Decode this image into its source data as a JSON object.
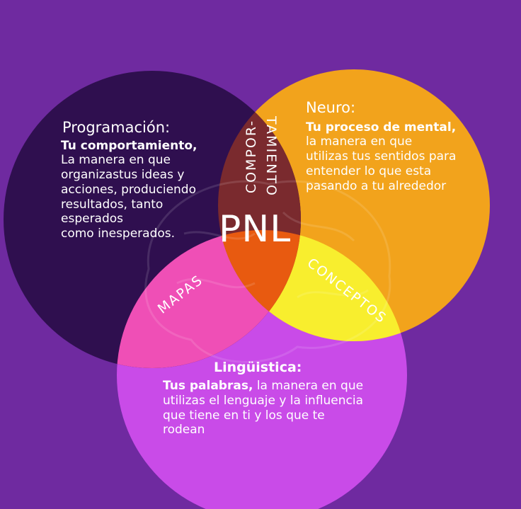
{
  "colors": {
    "background": "#6f2aa0",
    "programacion_circle": "#2f0f4f",
    "neuro_circle": "#f2a31c",
    "linguistica_circle": "#c94be8",
    "center_overlap": "#e85a10",
    "yellow_overlap": "#f8ee2e",
    "pink_overlap": "#ef4fb6",
    "text": "#ffffff"
  },
  "programacion": {
    "heading": "Programación:",
    "subtitle": "Tu comportamiento,",
    "lines": [
      "La manera en que",
      "organizastus ideas y",
      "acciones, produciendo",
      "resultados, tanto",
      "esperados",
      "como inesperados."
    ]
  },
  "neuro": {
    "heading": "Neuro:",
    "subtitle": "Tu proceso de mental,",
    "lines": [
      "la manera en que",
      "utilizas tus sentidos para",
      "entender lo que esta",
      "pasando a tu alrededor"
    ]
  },
  "linguistica": {
    "heading": "Lingüistica:",
    "subtitle": "Tus palabras,",
    "first_line_rest": " la manera en que",
    "lines": [
      "utilizas el lenguaje y la influencia",
      "que tiene en ti y los que te",
      "rodean"
    ]
  },
  "center": {
    "title": "PNL"
  },
  "overlap_labels": {
    "comportamiento_part1": "COMPOR-",
    "comportamiento_part2": "TAMIENTO",
    "mapas": "MAPAS",
    "conceptos": "CONCEPTOS"
  }
}
